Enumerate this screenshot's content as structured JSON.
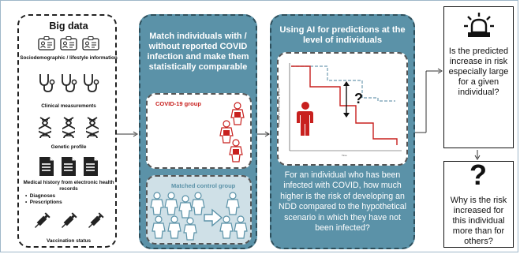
{
  "left_panel": {
    "title": "Big data",
    "items": [
      {
        "label": "Sociodemographic / lifestyle information",
        "icon": "id-card-icon"
      },
      {
        "label": "Clinical measurements",
        "icon": "stethoscope-icon"
      },
      {
        "label": "Genetic profile",
        "icon": "dna-icon"
      },
      {
        "label": "Medical history from electronic health records",
        "icon": "document-icon"
      },
      {
        "label": "Vaccination status",
        "icon": "syringe-icon"
      }
    ],
    "bullets": [
      "Diagnoses",
      "Prescriptions"
    ]
  },
  "match_panel": {
    "title": "Match individuals with / without reported COVID infection and make them statistically comparable",
    "covid_group": "COVID-19 group",
    "control_group": "Matched control group"
  },
  "ai_panel": {
    "title": "Using AI for predictions at the level of individuals",
    "chart_question": "?",
    "chart_ylabel": "Probability of not developing an NDD",
    "chart_xlabel": "Time",
    "description": "For an individual who has been infected with COVID, how much higher is the risk of developing an NDD compared to the hypothetical scenario in which they have not been infected?"
  },
  "questions": [
    {
      "text": "Is the predicted increase in risk especially large for a given individual?",
      "icon": "alarm-light-icon"
    },
    {
      "text": "Why is the risk increased for this individual more than for others?",
      "icon": "question-mark-icon",
      "mark": "?"
    }
  ],
  "colors": {
    "teal": "#5b92a8",
    "red": "#c8201e",
    "dashed_blue": "#6f9bb1"
  }
}
